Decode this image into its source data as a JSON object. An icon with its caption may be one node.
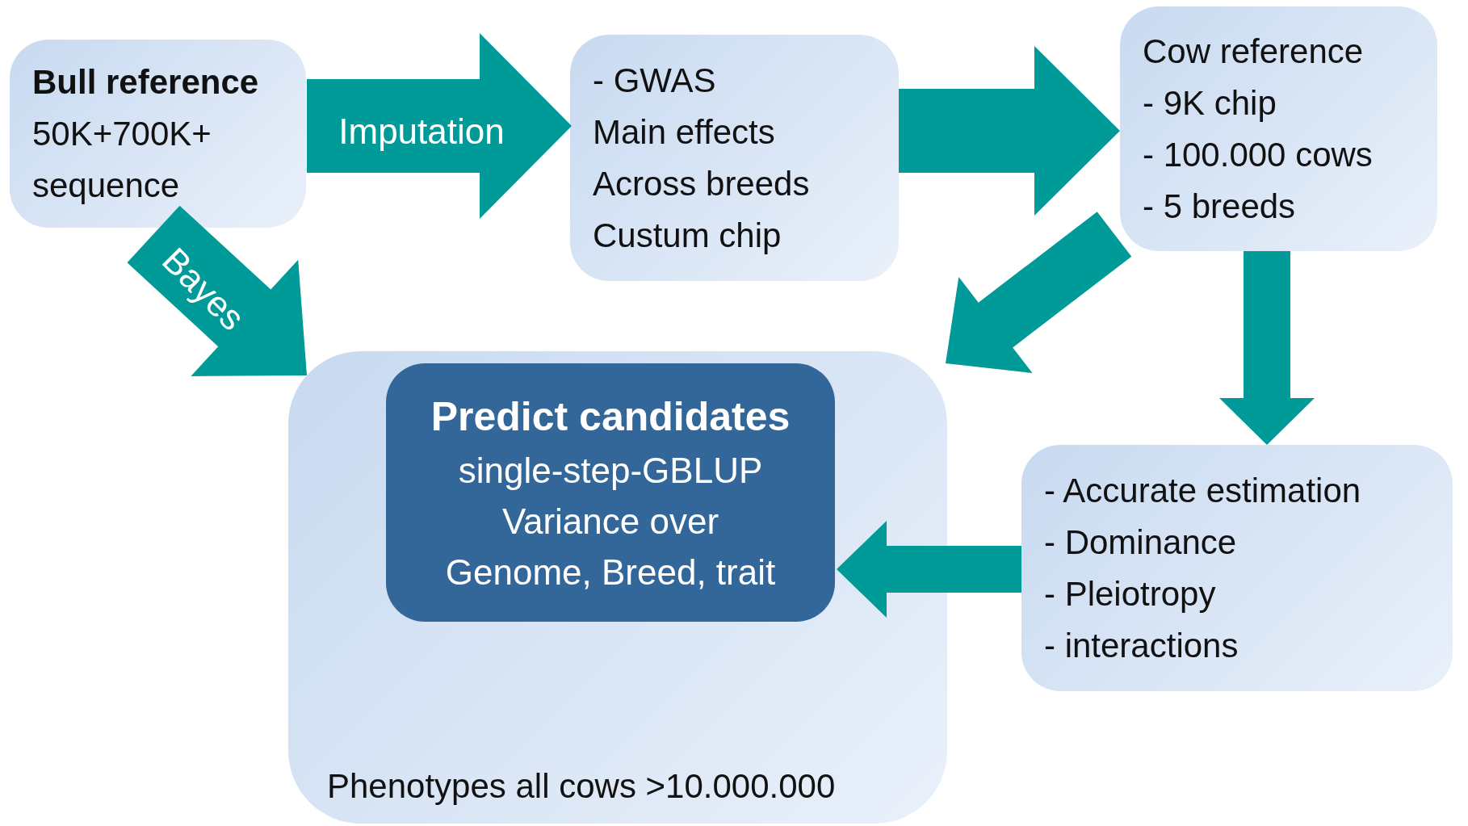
{
  "diagram": {
    "nodes": [
      {
        "text": [
          "Bull reference",
          "50K+700K+ sequence"
        ]
      },
      {
        "text": [
          "- GWAS",
          "Main effects",
          "Across breeds",
          "Custum chip"
        ]
      },
      {
        "text": [
          "Cow reference",
          "- 9K chip",
          "- 100.000 cows",
          "- 5 breeds"
        ]
      },
      {
        "text": [
          "Phenotypes all cows >10.000.000"
        ]
      },
      {
        "text": [
          "Predict candidates",
          "single-step-GBLUP Variance over Genome, Breed, trait"
        ],
        "in": 3
      },
      {
        "text": [
          "- Accurate estimation",
          "- Dominance",
          "- Pleiotropy",
          "- interactions"
        ]
      }
    ],
    "edges": [
      {
        "from": 0,
        "to": 1,
        "arrow": "to",
        "label": "Imputation"
      },
      {
        "from": 1,
        "to": 2,
        "arrow": "to"
      },
      {
        "from": 0,
        "to": 3,
        "arrow": "to",
        "label": "Bayes"
      },
      {
        "from": 2,
        "to": 3,
        "arrow": "to"
      },
      {
        "from": 2,
        "to": 5,
        "arrow": "to"
      },
      {
        "from": 5,
        "to": 4,
        "arrow": "to"
      }
    ]
  }
}
